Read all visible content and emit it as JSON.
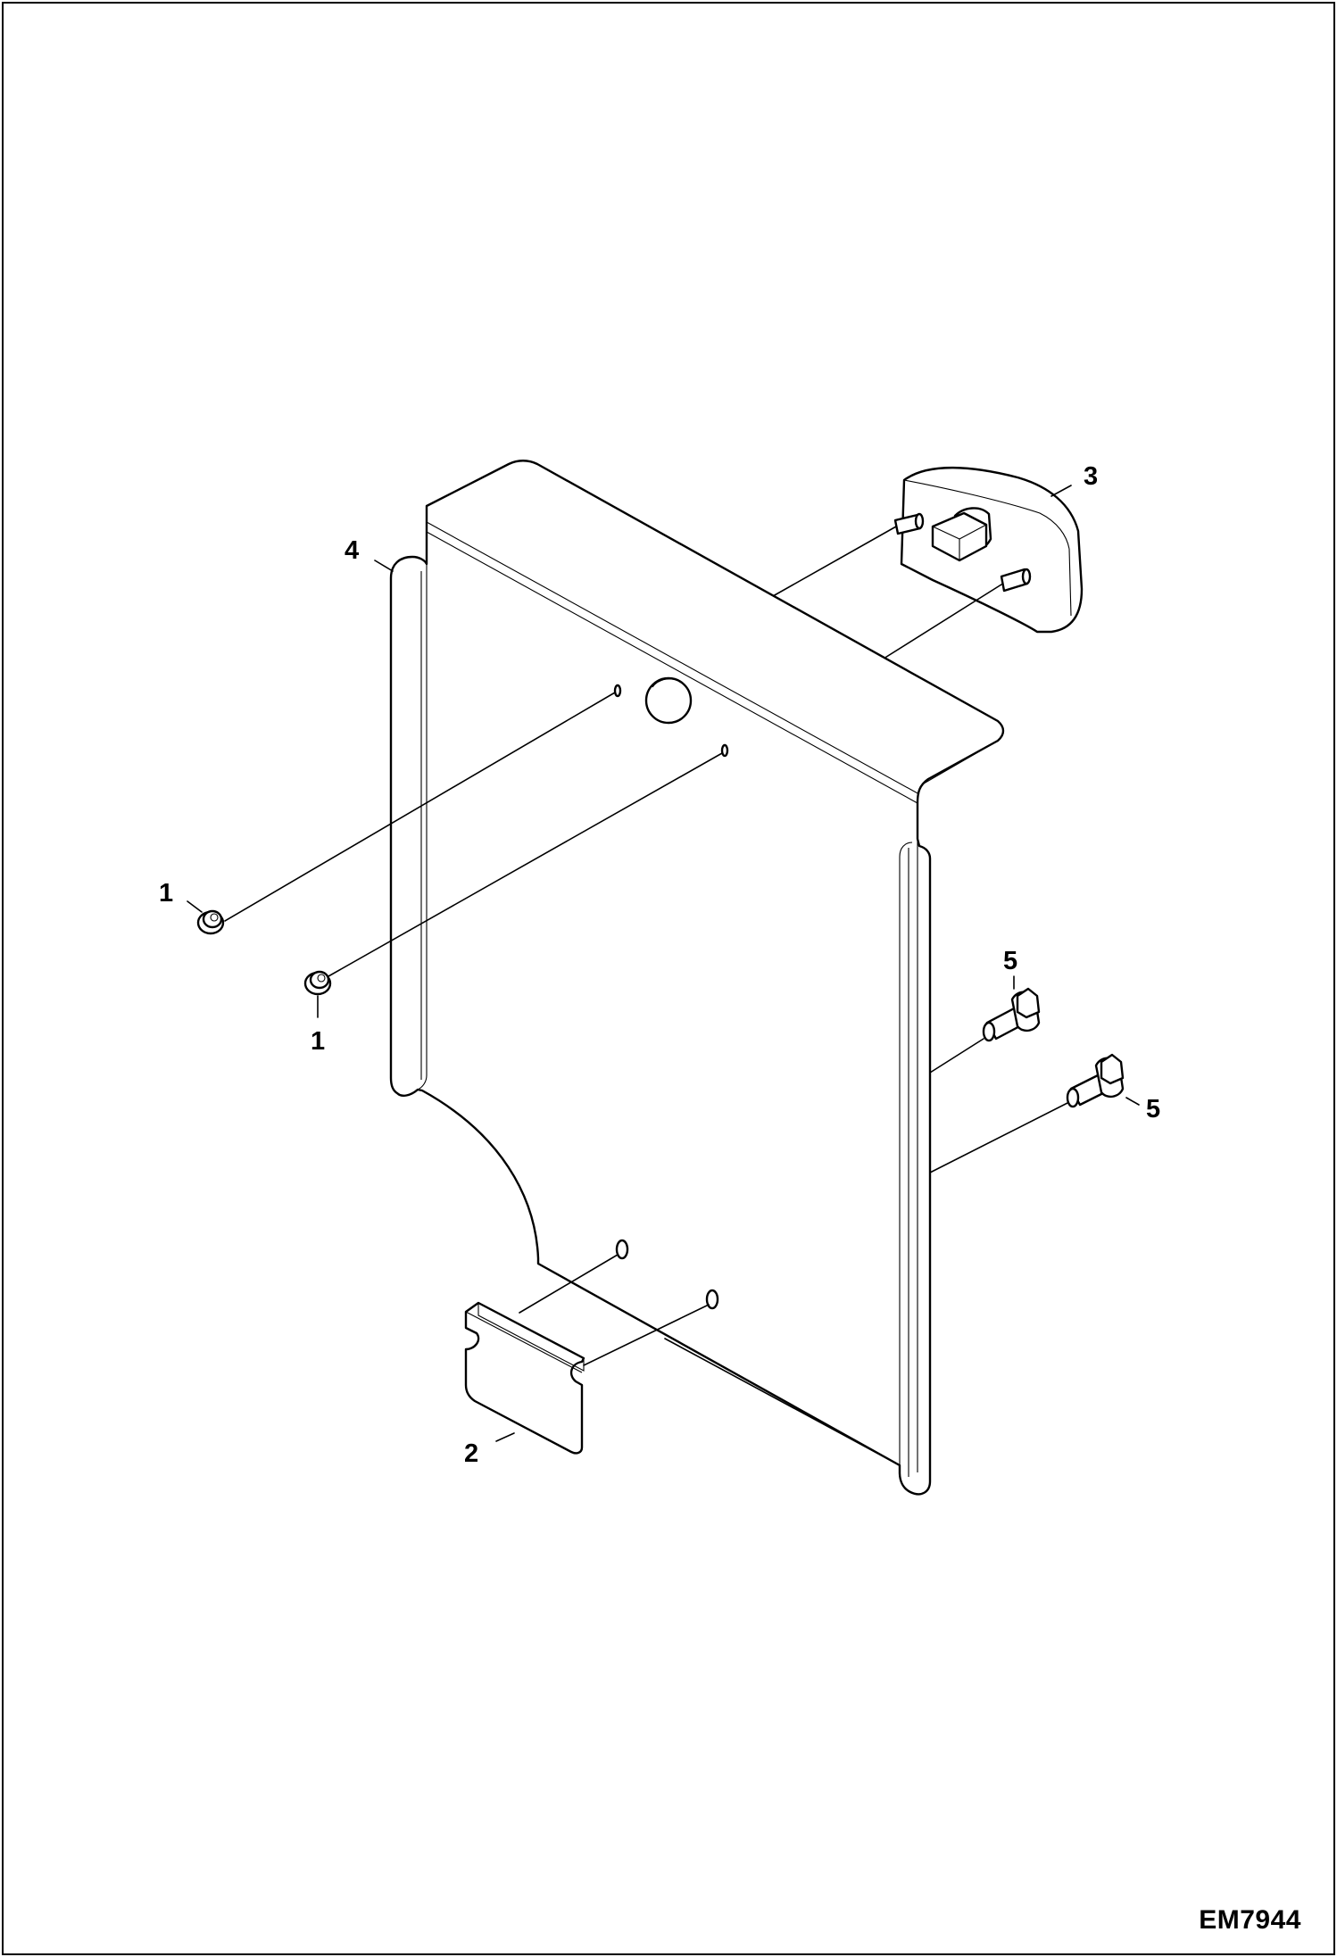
{
  "diagram": {
    "figure_id": "EM7944",
    "callouts": {
      "nut_upper": "1",
      "nut_lower": "1",
      "pad": "2",
      "bracket": "3",
      "panel": "4",
      "bolt_upper": "5",
      "bolt_lower": "5"
    }
  }
}
